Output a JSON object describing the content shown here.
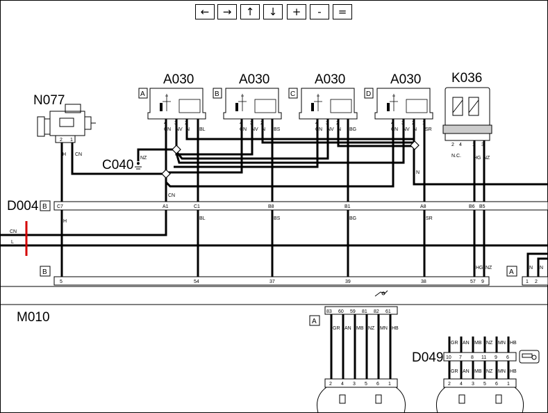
{
  "nav": {
    "left": "←",
    "right": "→",
    "up": "↑",
    "down": "↓",
    "zoom_in": "+",
    "zoom_out": "-",
    "fit": "="
  },
  "components": {
    "n077": "N077",
    "a030": "A030",
    "k036": "K036",
    "c040": "C040",
    "d004": "D004",
    "m010": "M010",
    "d049": "D049"
  },
  "boxes": {
    "a": "A",
    "b": "B",
    "c": "C",
    "d": "D"
  },
  "a030_pins": [
    "4",
    "3",
    "2",
    "1"
  ],
  "a030_wires": {
    "A": [
      "CN",
      "NV",
      "N",
      "BL"
    ],
    "B": [
      "CN",
      "NV",
      "N",
      "BS"
    ],
    "C": [
      "CN",
      "NV",
      "N",
      "BG"
    ],
    "D": [
      "CN",
      "NV",
      "N",
      "SR"
    ]
  },
  "k036": {
    "pins": [
      "2",
      "4",
      "1",
      "3"
    ],
    "nc": "N.C.",
    "w1": "HG",
    "w2": "NZ"
  },
  "n077": {
    "p2": "2",
    "p1": "1",
    "w_h": "H",
    "w_cn": "CN"
  },
  "c040_wire": "NZ",
  "connector_top": [
    "C7",
    "A1",
    "C1",
    "B8",
    "B1",
    "A8",
    "B6",
    "B5"
  ],
  "connector_bottom": [
    "5",
    "54",
    "37",
    "39",
    "38",
    "57",
    "9"
  ],
  "mid_wires": {
    "cn_a1": "CN",
    "h": "H",
    "bl": "BL",
    "bs": "BS",
    "bg": "BG",
    "sr": "SR",
    "n": "N",
    "hg": "HG",
    "nz": "NZ"
  },
  "left_wires": {
    "cn": "CN",
    "l": "L"
  },
  "right_box": {
    "pins": [
      "1",
      "2"
    ],
    "wires": [
      "N",
      "N"
    ]
  },
  "m010_pins_top": [
    "83",
    "60",
    "59",
    "81",
    "82",
    "61"
  ],
  "m010_wires": [
    "GR",
    "AN",
    "MB",
    "NZ",
    "MN",
    "HB"
  ],
  "m010_pins_bot": [
    "2",
    "4",
    "3",
    "5",
    "6",
    "1"
  ],
  "d049_pins_mid": [
    "10",
    "7",
    "8",
    "11",
    "9",
    "6"
  ],
  "d049_wires": [
    "GR",
    "AN",
    "MB",
    "NZ",
    "MN",
    "HB"
  ],
  "d049_pins_bot": [
    "2",
    "4",
    "3",
    "5",
    "6",
    "1"
  ]
}
